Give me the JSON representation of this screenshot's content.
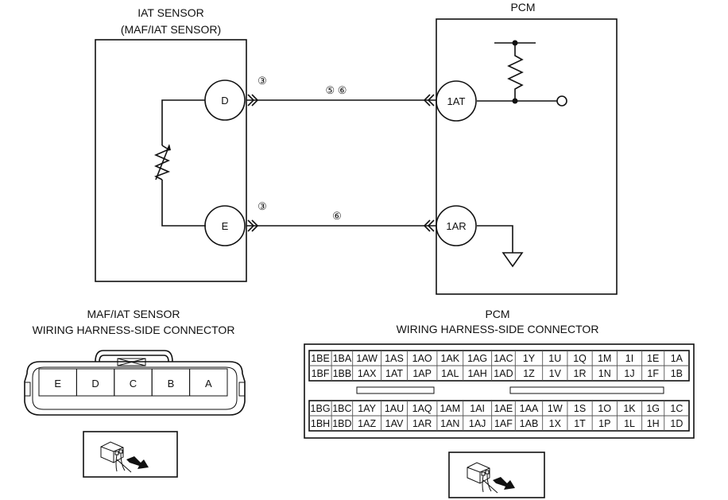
{
  "schematic": {
    "sensor_box": {
      "title_line1": "IAT SENSOR",
      "title_line2": "(MAF/IAT SENSOR)",
      "terminals": [
        {
          "id": "D",
          "label": "D"
        },
        {
          "id": "E",
          "label": "E"
        }
      ],
      "component": "thermistor"
    },
    "pcm_box": {
      "title": "PCM",
      "terminals": [
        {
          "id": "1AT",
          "label": "1AT"
        },
        {
          "id": "1AR",
          "label": "1AR"
        }
      ],
      "components": [
        "pull-up-resistor",
        "signal-output",
        "ground"
      ]
    },
    "wires": [
      {
        "from": "D",
        "to": "1AT",
        "sensor_connector_ref": "③",
        "harness_refs": "⑤ ⑥"
      },
      {
        "from": "E",
        "to": "1AR",
        "sensor_connector_ref": "③",
        "harness_refs": "⑥"
      }
    ]
  },
  "sensor_connector": {
    "title_line1": "MAF/IAT SENSOR",
    "title_line2": "WIRING HARNESS-SIDE CONNECTOR",
    "pins": [
      "E",
      "D",
      "C",
      "B",
      "A"
    ],
    "view_icon": "harness-side-view-icon"
  },
  "pcm_connector": {
    "title_line1": "PCM",
    "title_line2": "WIRING HARNESS-SIDE CONNECTOR",
    "upper_block": [
      [
        "1BE",
        "1BA",
        "1AW",
        "1AS",
        "1AO",
        "1AK",
        "1AG",
        "1AC",
        "1Y",
        "1U",
        "1Q",
        "1M",
        "1I",
        "1E",
        "1A"
      ],
      [
        "1BF",
        "1BB",
        "1AX",
        "1AT",
        "1AP",
        "1AL",
        "1AH",
        "1AD",
        "1Z",
        "1V",
        "1R",
        "1N",
        "1J",
        "1F",
        "1B"
      ]
    ],
    "lower_block": [
      [
        "1BG",
        "1BC",
        "1AY",
        "1AU",
        "1AQ",
        "1AM",
        "1AI",
        "1AE",
        "1AA",
        "1W",
        "1S",
        "1O",
        "1K",
        "1G",
        "1C"
      ],
      [
        "1BH",
        "1BD",
        "1AZ",
        "1AV",
        "1AR",
        "1AN",
        "1AJ",
        "1AF",
        "1AB",
        "1X",
        "1T",
        "1P",
        "1L",
        "1H",
        "1D"
      ]
    ],
    "view_icon": "harness-side-view-icon"
  }
}
